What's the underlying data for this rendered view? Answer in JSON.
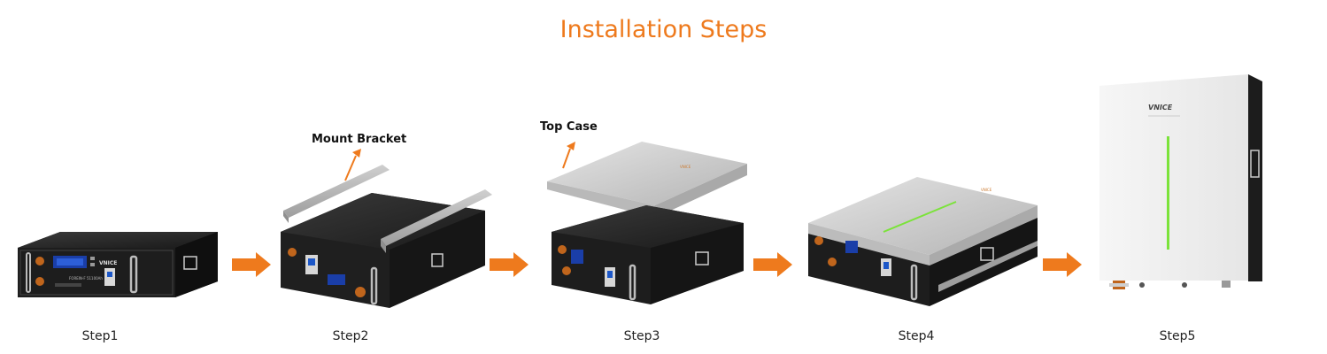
{
  "title": "Installation Steps",
  "steps": [
    {
      "label": "Step1"
    },
    {
      "label": "Step2"
    },
    {
      "label": "Step3"
    },
    {
      "label": "Step4"
    },
    {
      "label": "Step5"
    }
  ],
  "callouts": {
    "mount_bracket": "Mount Bracket",
    "top_case": "Top Case"
  },
  "brand": "VNICE",
  "colors": {
    "accent": "#ee7a1d",
    "battery_body": "#1e1e1e",
    "case_silver": "#c9c9c9",
    "indicator_green": "#7be33a"
  },
  "icons": [
    "arrow-right-icon",
    "arrow-up-icon"
  ]
}
